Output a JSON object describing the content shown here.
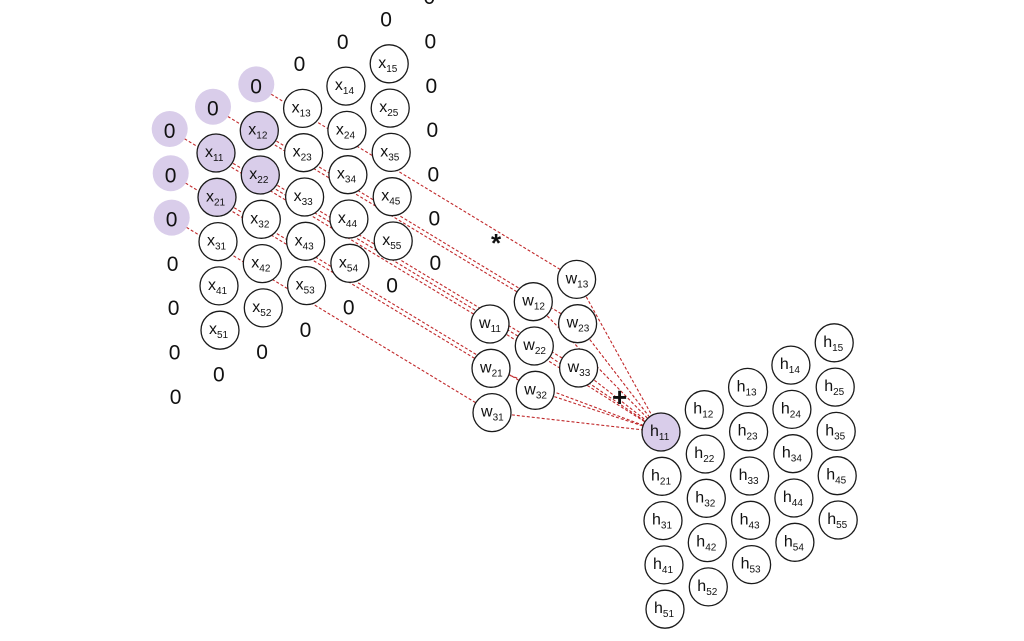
{
  "input": {
    "prefix": "x",
    "cells": [
      "11",
      "12",
      "13",
      "14",
      "15",
      "21",
      "22",
      "23",
      "24",
      "25",
      "31",
      "32",
      "33",
      "34",
      "35",
      "41",
      "42",
      "43",
      "44",
      "45",
      "51",
      "52",
      "53",
      "54",
      "55"
    ],
    "highlighted": [
      "11",
      "12",
      "21",
      "22"
    ]
  },
  "padding": {
    "value": "0"
  },
  "kernel": {
    "prefix": "w",
    "cells": [
      "11",
      "12",
      "13",
      "21",
      "22",
      "23",
      "31",
      "32",
      "33"
    ]
  },
  "output": {
    "prefix": "h",
    "cells": [
      "11",
      "12",
      "13",
      "14",
      "15",
      "21",
      "22",
      "23",
      "24",
      "25",
      "31",
      "32",
      "33",
      "34",
      "35",
      "41",
      "42",
      "43",
      "44",
      "45",
      "51",
      "52",
      "53",
      "54",
      "55"
    ],
    "highlighted": [
      "11"
    ]
  },
  "operators": {
    "convolution": "*",
    "sum": "+"
  },
  "colors": {
    "highlight": "#d9cdea",
    "connection": "#c0282a",
    "stroke": "#1a1a1a"
  }
}
